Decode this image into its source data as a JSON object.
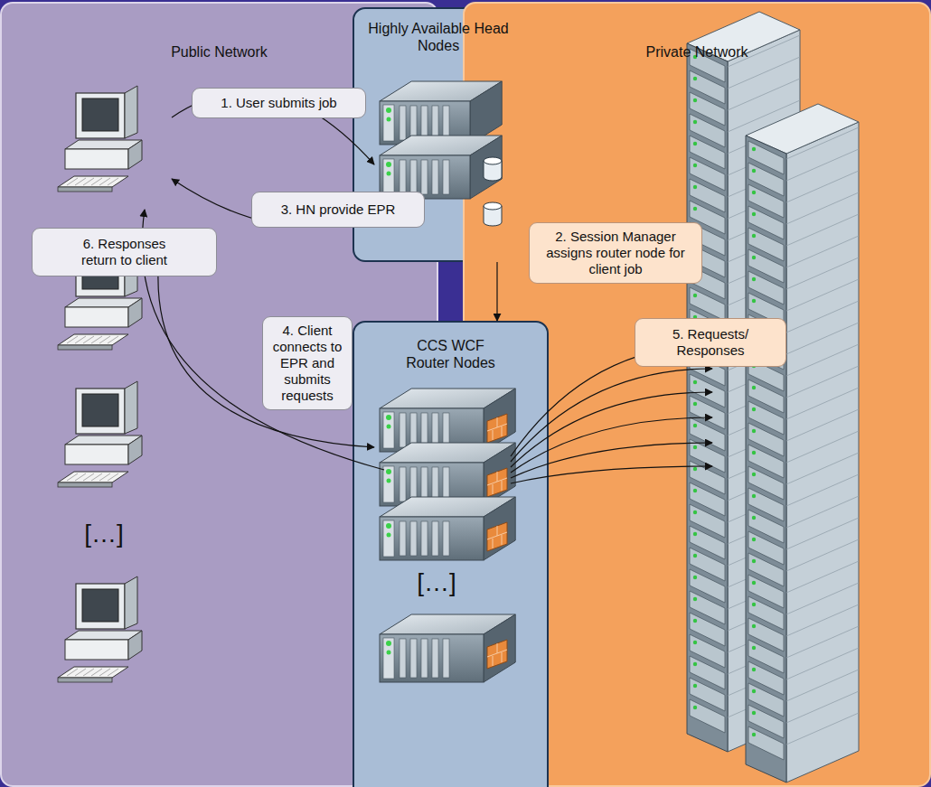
{
  "diagram": {
    "nodes": [
      {
        "text": [
          "Public Network"
        ]
      },
      {
        "text": [
          "Highly Available Head Nodes"
        ]
      },
      {
        "text": [
          "Private Network"
        ]
      },
      {
        "text": [
          "CCS WCF Router Nodes"
        ]
      }
    ],
    "edges": [
      {
        "from": 1,
        "to": 3,
        "arrow": "to",
        "label": "2. Session Manager assigns router node for client job"
      }
    ],
    "labels": [
      "1. User submits job",
      "3. HN provide EPR",
      "6. Responses return to client",
      "4. Client connects to EPR and submits requests",
      "5. Requests/ Responses",
      "[…]",
      "[…]"
    ]
  }
}
